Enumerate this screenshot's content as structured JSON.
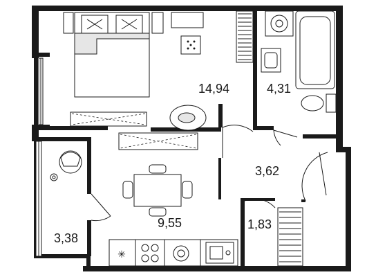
{
  "rooms": [
    {
      "id": "bedroom",
      "area": "14,94"
    },
    {
      "id": "bathroom",
      "area": "4,31"
    },
    {
      "id": "hallway",
      "area": "3,62"
    },
    {
      "id": "kitchen",
      "area": "9,55"
    },
    {
      "id": "wardrobe",
      "area": "1,83"
    },
    {
      "id": "balcony",
      "area": "3,38"
    }
  ]
}
